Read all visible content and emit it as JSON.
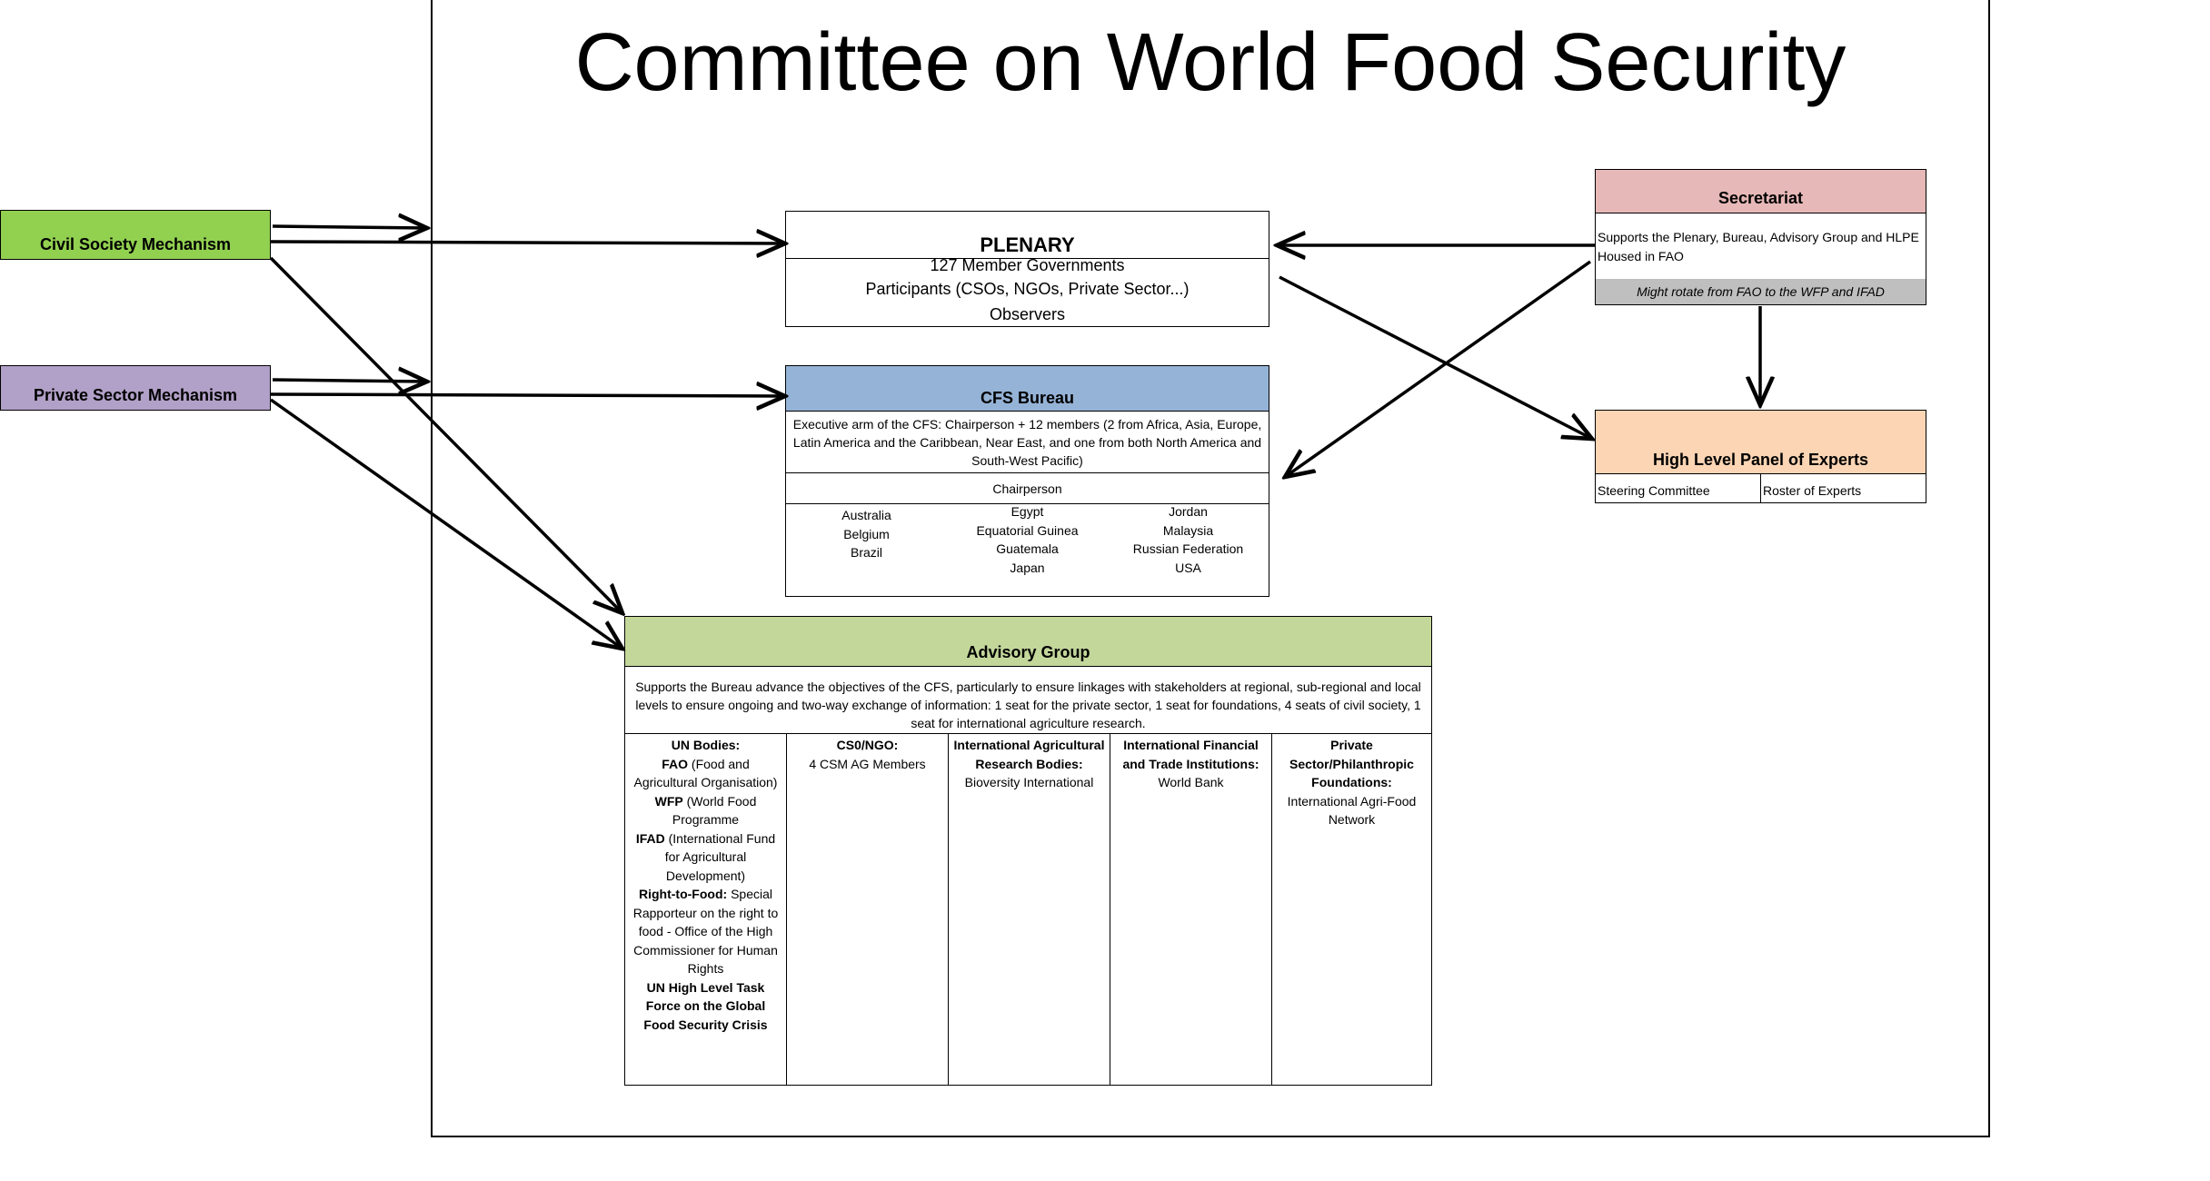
{
  "title": "Committee on World Food Security",
  "mechanisms": {
    "civil_society": "Civil Society Mechanism",
    "private_sector": "Private Sector Mechanism"
  },
  "plenary": {
    "header": "PLENARY",
    "lines": [
      "127 Member Governments",
      "Participants (CSOs, NGOs, Private Sector...)",
      "Observers"
    ]
  },
  "bureau": {
    "header": "CFS Bureau",
    "description": "Executive arm of the CFS: Chairperson + 12 members (2 from Africa, Asia, Europe, Latin America and the Caribbean, Near East, and one from both North America and South-West Pacific)",
    "chairperson": "Chairperson",
    "members": {
      "col1": [
        "Australia",
        "Belgium",
        "Brazil"
      ],
      "col2": [
        "Egypt",
        "Equatorial Guinea",
        "Guatemala",
        "Japan"
      ],
      "col3": [
        "Jordan",
        "Malaysia",
        "Russian Federation",
        "USA"
      ]
    }
  },
  "secretariat": {
    "header": "Secretariat",
    "line1": "Supports the Plenary, Bureau, Advisory Group and HLPE",
    "line2": "Housed in FAO",
    "note": "Might rotate from FAO to the WFP and IFAD"
  },
  "hlpe": {
    "header": "High Level Panel of Experts",
    "col1": "Steering Committee",
    "col2": "Roster of Experts"
  },
  "advisory": {
    "header": "Advisory Group",
    "description": "Supports the Bureau advance the objectives of the CFS, particularly to ensure linkages with stakeholders at regional, sub-regional and local levels to ensure ongoing and two-way exchange of information: 1 seat for the private sector, 1 seat for foundations, 4 seats of civil society, 1 seat for international agriculture research.",
    "un": {
      "heading": "UN Bodies:",
      "fao_b": "FAO",
      "fao": " (Food and Agricultural Organisation)",
      "wfp_b": "WFP",
      "wfp": " (World Food Programme",
      "ifad_b": "IFAD",
      "ifad": " (International Fund for Agricultural Development)",
      "rtf_b": "Right-to-Food:",
      "rtf": " Special Rapporteur on the right to food - Office of the High Commissioner for Human Rights",
      "hltf": "UN High Level Task Force on the Global Food Security Crisis"
    },
    "cso": {
      "heading": "CS0/NGO:",
      "text": "4 CSM AG Members"
    },
    "iarb": {
      "heading": "International Agricultural Research Bodies:",
      "text": "Bioversity International"
    },
    "ifti": {
      "heading": "International Financial and Trade Institutions:",
      "text": "World Bank"
    },
    "private": {
      "heading": "Private Sector/Philanthropic Foundations:",
      "text": "International Agri-Food Network"
    }
  },
  "colors": {
    "civil_society": "#92D050",
    "private_sector": "#B1A0C7",
    "bureau": "#95B3D7",
    "secretariat": "#E6B8B7",
    "hlpe": "#FCD5B4",
    "advisory": "#C4D79B",
    "note_bg": "#BFBFBF"
  }
}
